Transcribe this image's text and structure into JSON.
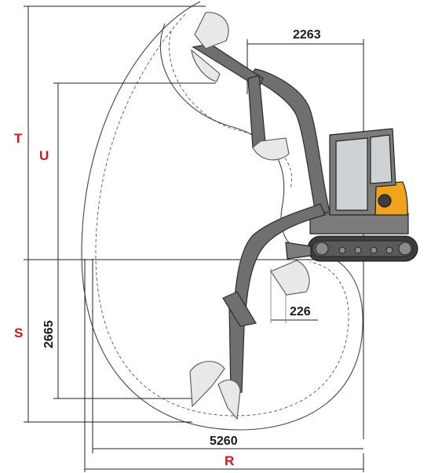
{
  "colors": {
    "code_letter": "#d4141c",
    "engine_cover": "#f2a31c",
    "machine_body": "#7c7c7c",
    "line": "#222222"
  },
  "dimensions": {
    "value_2263": "2263",
    "value_226": "226",
    "value_2665": "2665",
    "value_5260": "5260"
  },
  "codes": {
    "T": "T",
    "U": "U",
    "S": "S",
    "R": "R"
  }
}
